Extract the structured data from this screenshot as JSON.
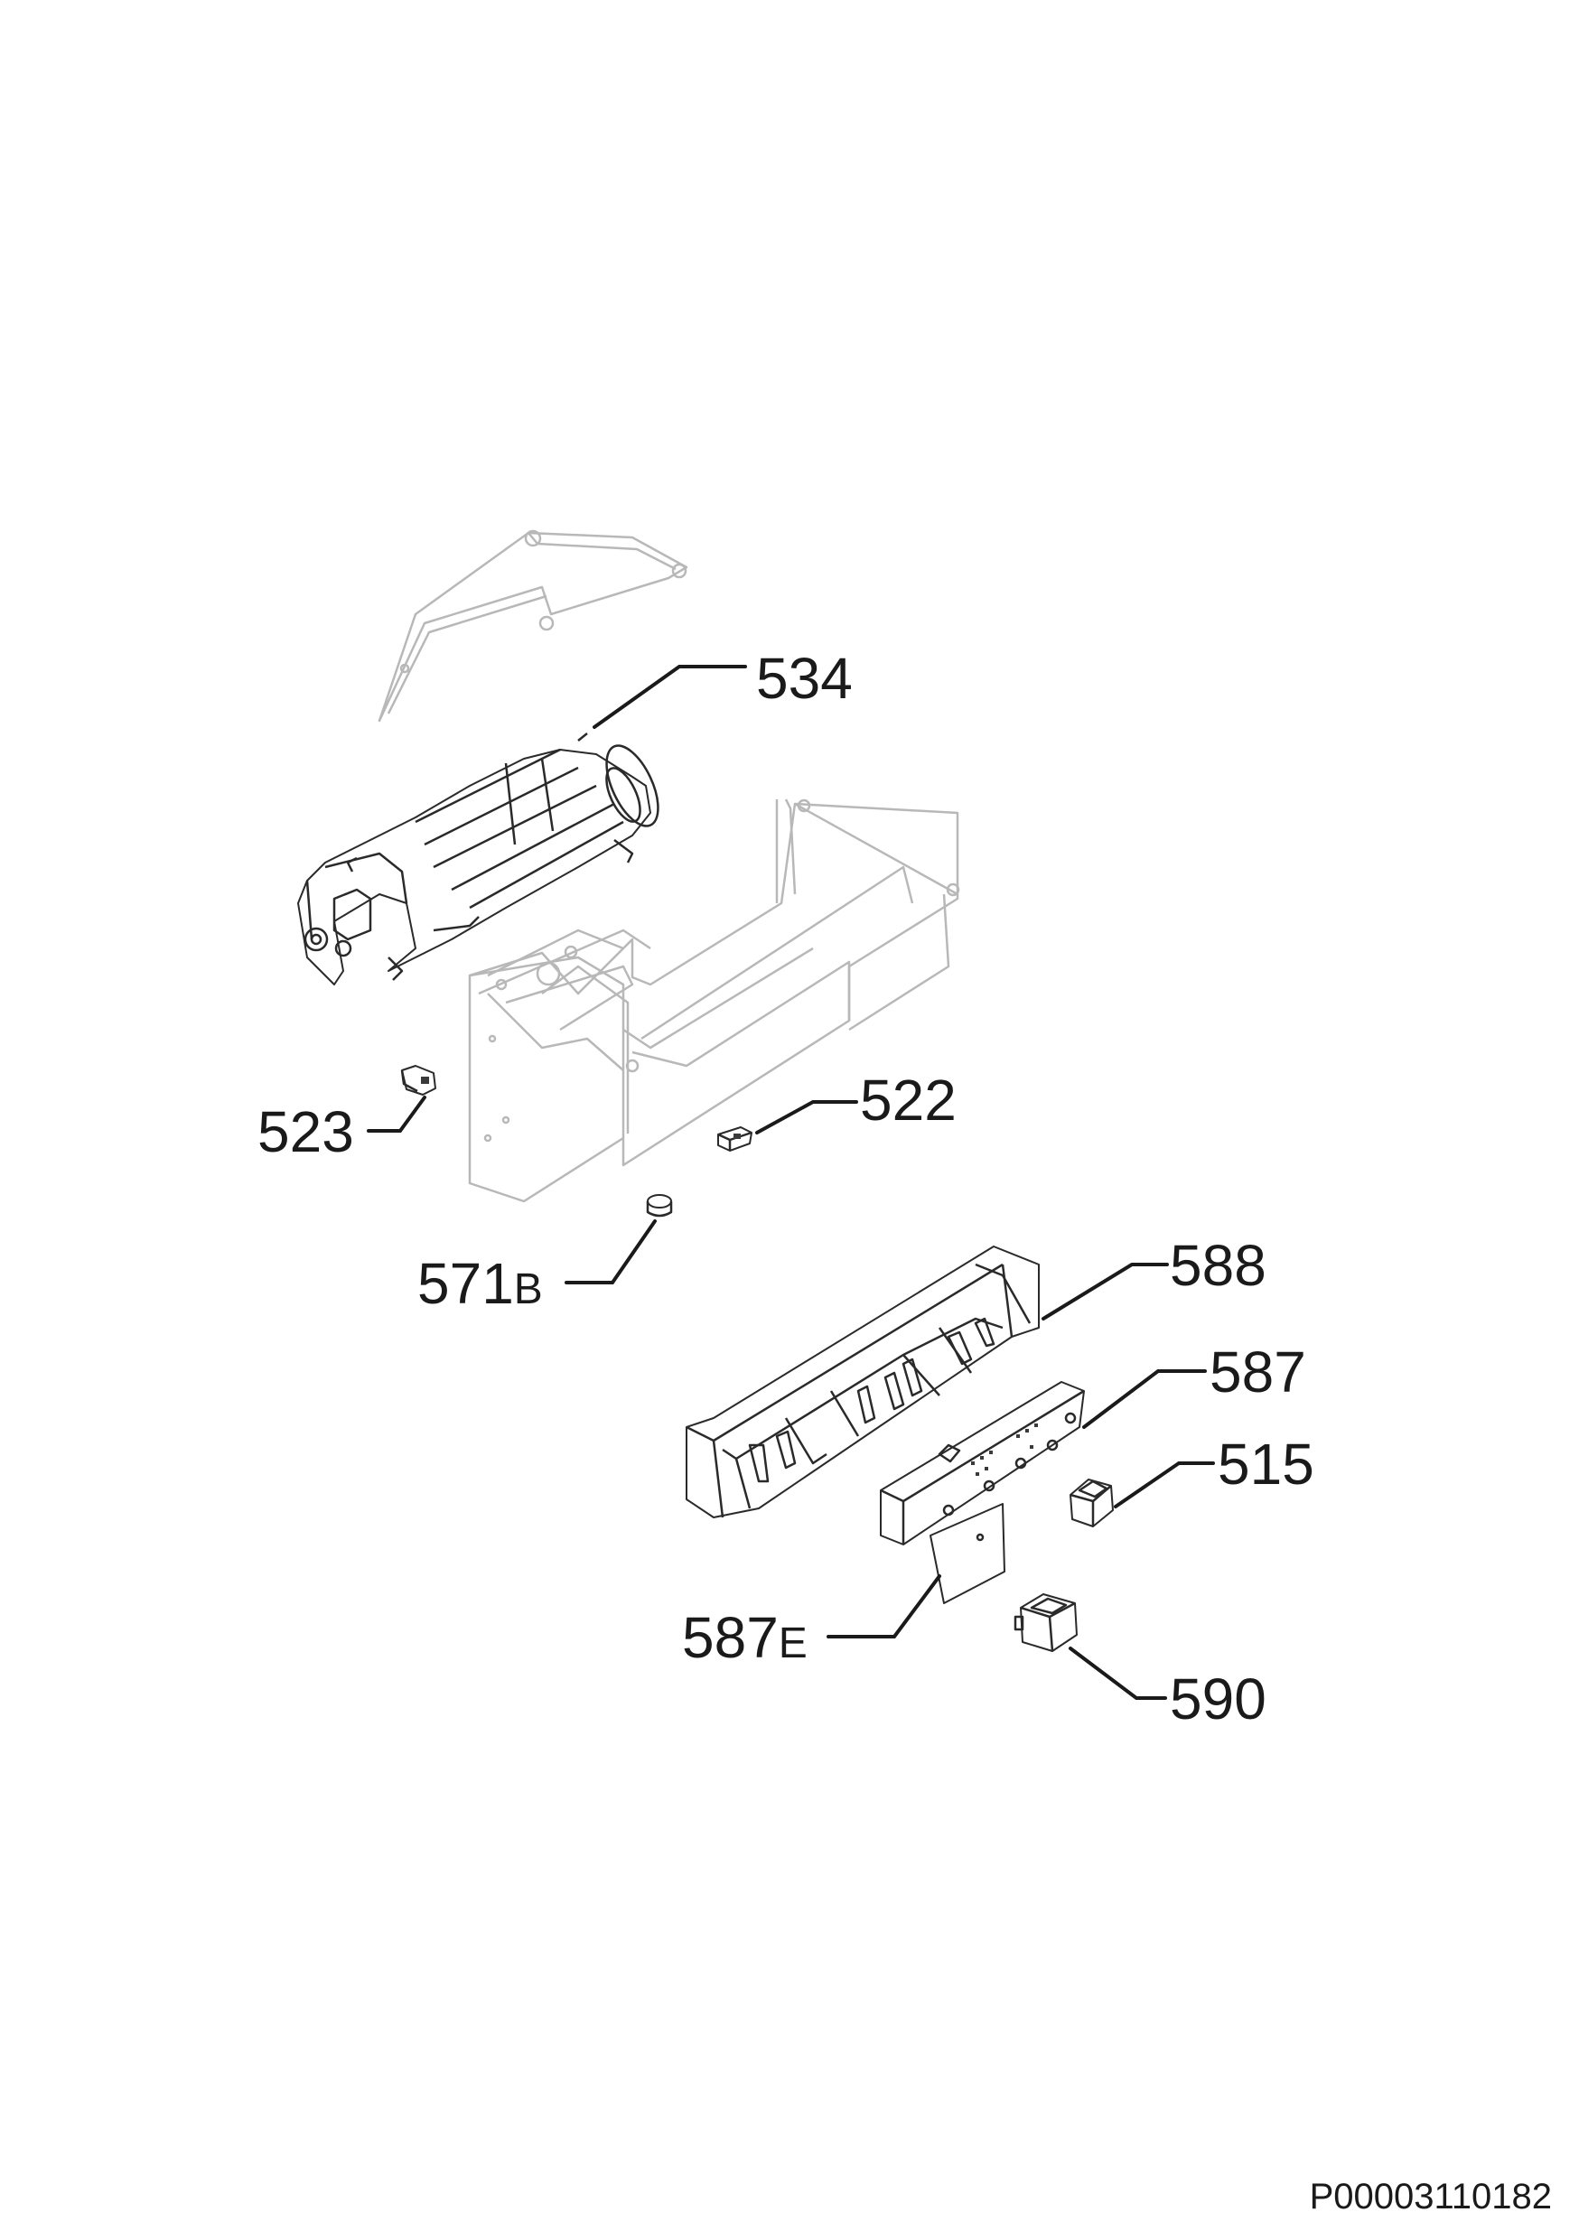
{
  "labels": {
    "p534": "534",
    "p523": "523",
    "p522": "522",
    "p571b_num": "571",
    "p571b_suffix": "B",
    "p588": "588",
    "p587": "587",
    "p515": "515",
    "p587e_num": "587",
    "p587e_suffix": "E",
    "p590": "590"
  },
  "reference_code": "P00003110182"
}
